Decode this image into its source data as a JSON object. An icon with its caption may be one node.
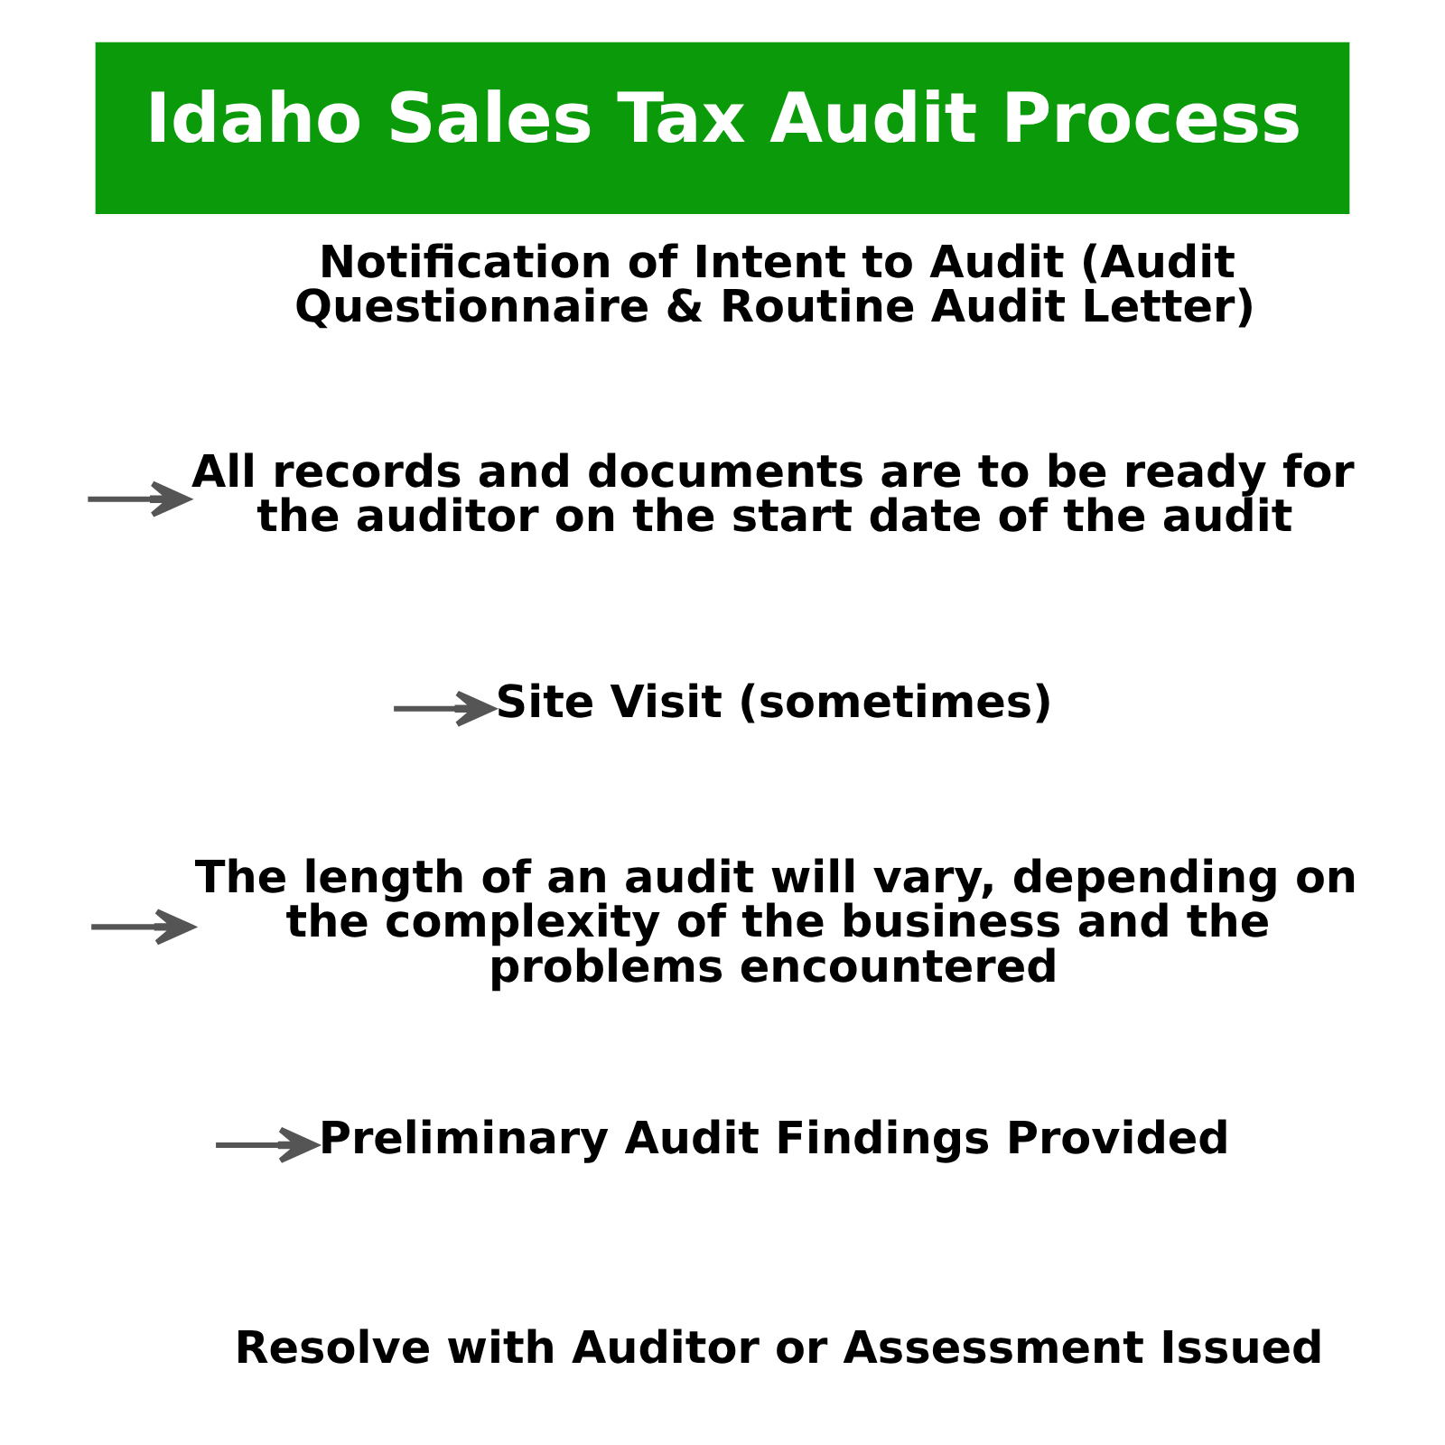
{
  "diagram": {
    "title": "Idaho Sales Tax Audit Process",
    "nodes": [
      {
        "text": [
          "Notification of Intent to Audit (Audit Questionnaire & Routine Audit Letter)"
        ]
      },
      {
        "text": [
          "All records and documents are to be ready for the auditor on the start date of the audit"
        ]
      },
      {
        "text": [
          "Site Visit (sometimes)"
        ]
      },
      {
        "text": [
          "The length of an audit will vary, depending on the complexity of the business and the problems encountered"
        ]
      },
      {
        "text": [
          "Preliminary Audit Findings Provided"
        ]
      },
      {
        "text": [
          "Resolve with Auditor or Assessment Issued"
        ]
      }
    ],
    "edges": [
      {
        "from": null,
        "to": 1,
        "arrow": "to"
      },
      {
        "from": null,
        "to": 2,
        "arrow": "to"
      },
      {
        "from": null,
        "to": 3,
        "arrow": "to"
      },
      {
        "from": null,
        "to": 4,
        "arrow": "to"
      }
    ]
  }
}
